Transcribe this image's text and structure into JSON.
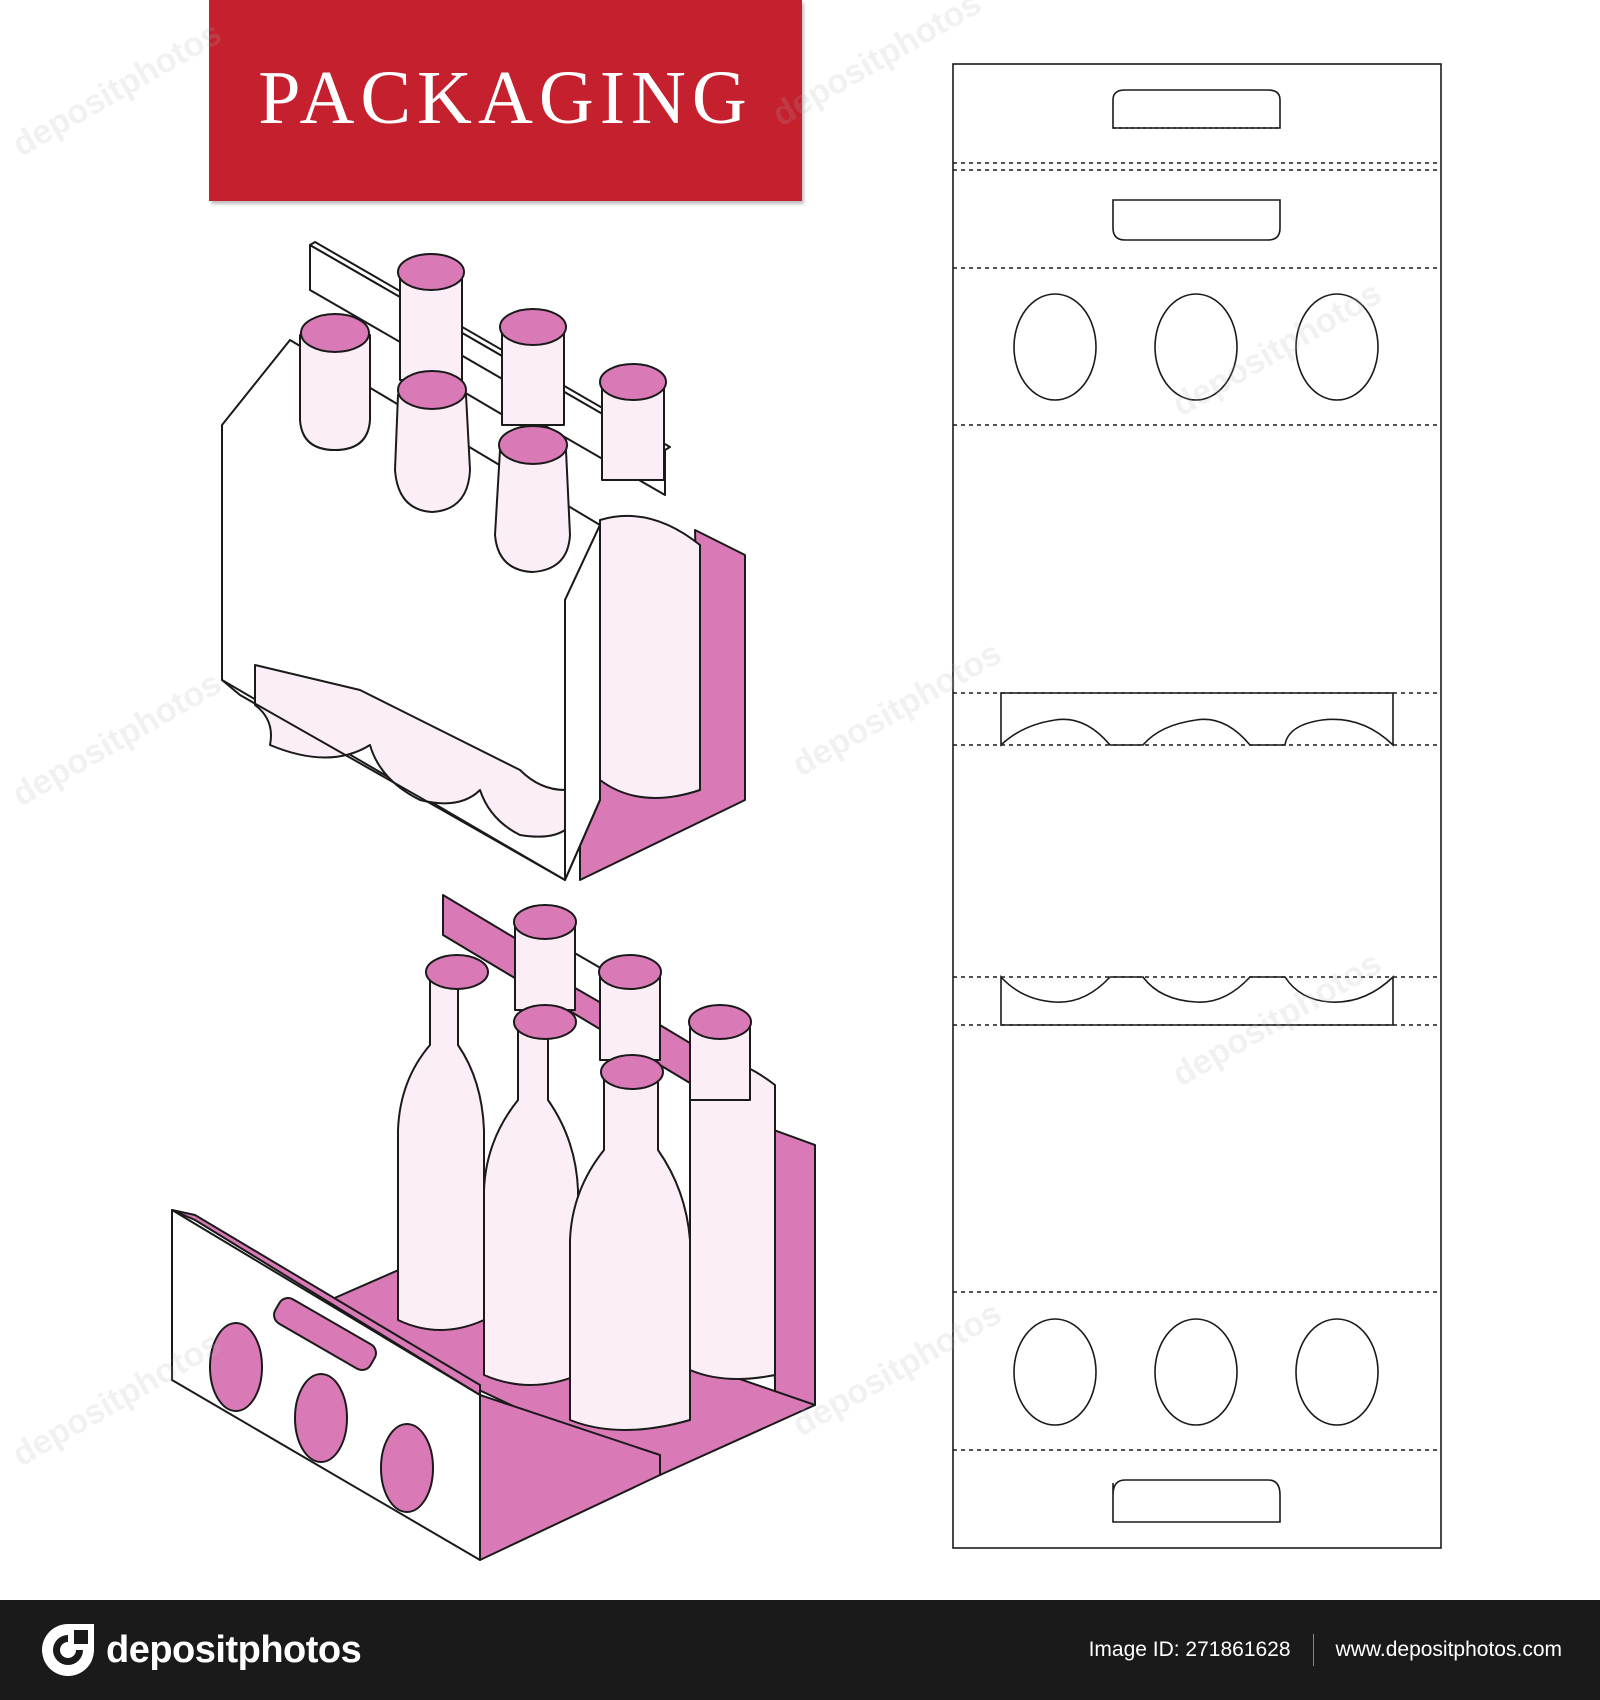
{
  "banner": {
    "title": "PACKAGING"
  },
  "colors": {
    "banner_red": "#c4202e",
    "pink": "#d97ab6",
    "bottle_fill": "#fbeef7",
    "cap_fill": "#d97ab6",
    "outline": "#1a1a1a",
    "footer_bg": "#1a1a1a"
  },
  "footer": {
    "brand": "depositphotos",
    "image_id": "Image ID: 271861628",
    "url": "www.depositphotos.com"
  },
  "watermark": {
    "text": "depositphotos"
  },
  "icons": {
    "logo": "depositphotos-logo-icon"
  }
}
